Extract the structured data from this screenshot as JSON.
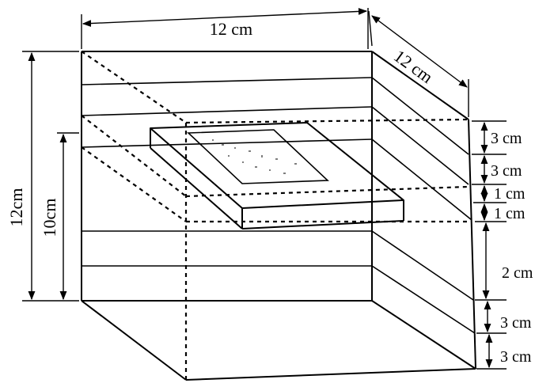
{
  "labels": {
    "top_width": "12 cm",
    "depth": "12 cm",
    "total_height": "12cm",
    "sample_height": "10cm"
  },
  "right_dims": [
    "3 cm",
    "3 cm",
    "1 cm",
    "1 cm",
    "2 cm",
    "3 cm",
    "3 cm"
  ],
  "colors": {
    "line": "#000000",
    "background": "#ffffff"
  }
}
